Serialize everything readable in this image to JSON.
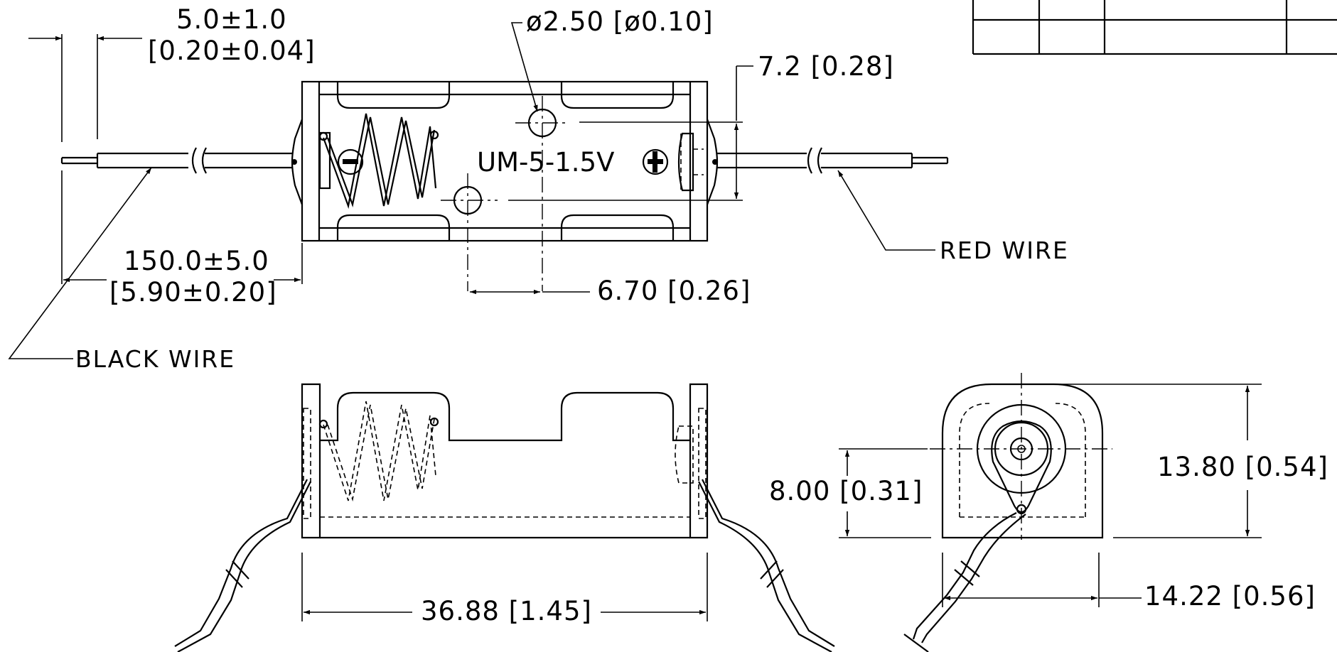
{
  "drawing": {
    "model_label": "UM-5-1.5V",
    "negative_symbol": "minus-in-circle",
    "positive_symbol": "plus-in-circle",
    "dimensions": {
      "strip_length_mm": "5.0±1.0",
      "strip_length_in": "[0.20±0.04]",
      "hole_dia": "ø2.50  [ø0.10]",
      "terminal_height": "7.2  [0.28]",
      "wire_length_mm": "150.0±5.0",
      "wire_length_in": "[5.90±0.20]",
      "hole_spacing": "6.70  [0.26]",
      "body_length": "36.88  [1.45]",
      "pcb_height": "8.00  [0.31]",
      "overall_height": "13.80  [0.54]",
      "width": "14.22  [0.56]"
    },
    "notes": {
      "black_wire": "BLACK  WIRE",
      "red_wire": "RED  WIRE"
    },
    "colors": {
      "ink": "#000000",
      "paper": "#ffffff"
    }
  }
}
